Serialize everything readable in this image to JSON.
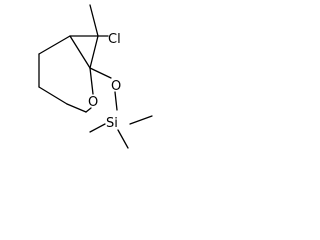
{
  "molecule": {
    "atom_labels": {
      "chlorine": "Cl",
      "oxygen_ring": "O",
      "oxygen_silyl": "O",
      "silicon": "Si"
    }
  }
}
